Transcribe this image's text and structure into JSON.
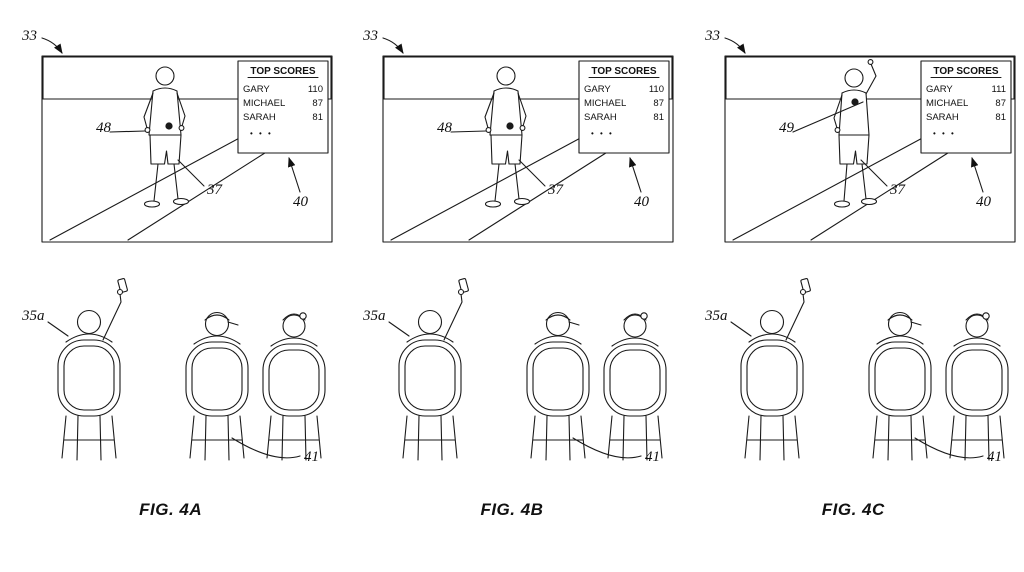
{
  "panels": [
    {
      "caption": "FIG. 4A",
      "pose": "back",
      "refs": {
        "screen": "33",
        "device": "48",
        "player": "37",
        "scoreboard": "40",
        "viewer": "35a",
        "audience": "41"
      },
      "scoreboard": {
        "title": "TOP SCORES",
        "rows": [
          {
            "name": "GARY",
            "score": "110"
          },
          {
            "name": "MICHAEL",
            "score": "87"
          },
          {
            "name": "SARAH",
            "score": "81"
          }
        ],
        "more": "• • •"
      }
    },
    {
      "caption": "FIG. 4B",
      "pose": "back",
      "refs": {
        "screen": "33",
        "device": "48",
        "player": "37",
        "scoreboard": "40",
        "viewer": "35a",
        "audience": "41"
      },
      "scoreboard": {
        "title": "TOP SCORES",
        "rows": [
          {
            "name": "GARY",
            "score": "110"
          },
          {
            "name": "MICHAEL",
            "score": "87"
          },
          {
            "name": "SARAH",
            "score": "81"
          }
        ],
        "more": "• • •"
      }
    },
    {
      "caption": "FIG. 4C",
      "pose": "front",
      "refs": {
        "screen": "33",
        "device": "49",
        "player": "37",
        "scoreboard": "40",
        "viewer": "35a",
        "audience": "41"
      },
      "scoreboard": {
        "title": "TOP SCORES",
        "rows": [
          {
            "name": "GARY",
            "score": "111"
          },
          {
            "name": "MICHAEL",
            "score": "87"
          },
          {
            "name": "SARAH",
            "score": "81"
          }
        ],
        "more": "• • •"
      }
    }
  ]
}
